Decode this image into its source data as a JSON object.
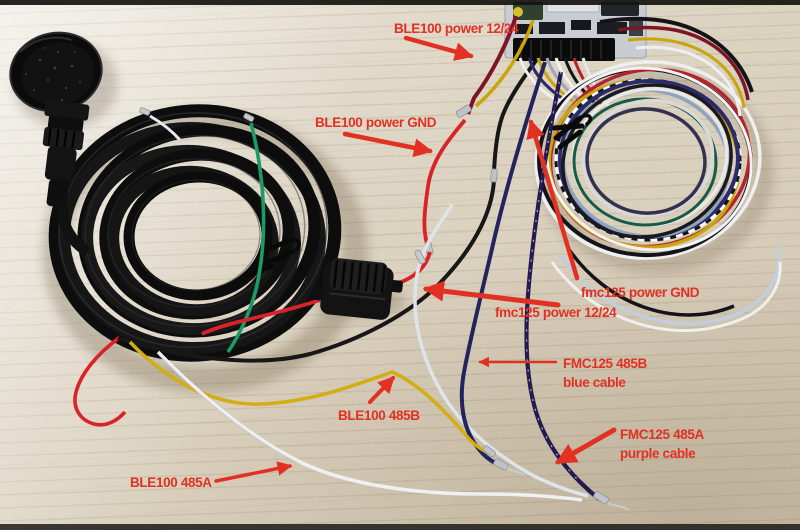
{
  "labels": {
    "ble100_power": "BLE100 power 12/24",
    "ble100_gnd": "BLE100 power GND",
    "fmc125_gnd": "fmc125 power GND",
    "fmc125_power": "fmc125 power 12/24",
    "fmc125_485b_1": "FMC125 485B",
    "fmc125_485b_2": "blue cable",
    "ble100_485b": "BLE100 485B",
    "fmc125_485a_1": "FMC125 485A",
    "fmc125_485a_2": "purple cable",
    "ble100_485a": "BLE100 485A"
  },
  "icons": {
    "annotation_arrow": "red-arrow"
  },
  "colors": {
    "annotation": "#e23023",
    "desk": "#dcd3c1",
    "black_cable": "#121212",
    "red_wire": "#d9232a",
    "maroon_wire": "#7c1526",
    "yellow_wire": "#d4ad13",
    "green_wire": "#1d9a66",
    "blue_wire": "#23245e",
    "purple_wire": "#241a4d",
    "white_wire": "#e9e9ec"
  }
}
